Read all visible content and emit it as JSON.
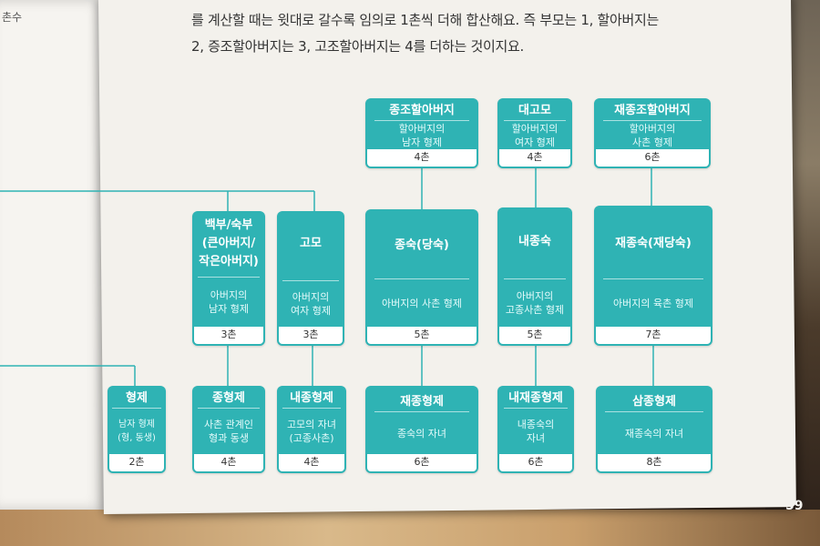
{
  "left_page": {
    "fragment": "촌수"
  },
  "intro": {
    "lines": [
      "를 계산할 때는 윗대로 갈수록 임의로 1촌씩 더해 합산해요. 즉 부모는 1, 할아버지는",
      "2, 증조할아버지는 3, 고조할아버지는 4를 더하는 것이지요."
    ]
  },
  "page_number": "59",
  "boxes": {
    "jeungjo": {
      "name": "종조할아버지",
      "desc": [
        "할아버지의",
        "남자 형제"
      ],
      "chon": "4촌"
    },
    "daego": {
      "name": "대고모",
      "desc": [
        "할아버지의",
        "여자 형제"
      ],
      "chon": "4촌"
    },
    "jaejong_jo": {
      "name": "재종조할아버지",
      "desc": [
        "할아버지의",
        "사촌 형제"
      ],
      "chon": "6촌"
    },
    "baekbu": {
      "name_lines": [
        "백부/숙부",
        "(큰아버지/",
        "작은아버지)"
      ],
      "desc": [
        "아버지의",
        "남자 형제"
      ],
      "chon": "3촌"
    },
    "gomo": {
      "name": "고모",
      "desc": [
        "아버지의",
        "여자 형제"
      ],
      "chon": "3촌"
    },
    "jongsuk": {
      "name": "종숙(당숙)",
      "desc": [
        "아버지의 사촌 형제"
      ],
      "chon": "5촌"
    },
    "naejongsuk": {
      "name": "내종숙",
      "desc": [
        "아버지의",
        "고종사촌 형제"
      ],
      "chon": "5촌"
    },
    "jaejongsuk": {
      "name": "재종숙(재당숙)",
      "desc": [
        "아버지의 육촌 형제"
      ],
      "chon": "7촌"
    },
    "hyeongje": {
      "name": "형제",
      "desc": [
        "남자 형제",
        "(형, 동생)"
      ],
      "chon": "2촌"
    },
    "jonghyeongje": {
      "name": "종형제",
      "desc": [
        "사촌 관계인",
        "형과 동생"
      ],
      "chon": "4촌"
    },
    "naejonghyeongje": {
      "name": "내종형제",
      "desc": [
        "고모의 자녀",
        "(고종사촌)"
      ],
      "chon": "4촌"
    },
    "jaejonghyeongje": {
      "name": "재종형제",
      "desc": [
        "종숙의 자녀"
      ],
      "chon": "6촌"
    },
    "naejaejonghyeongje": {
      "name": "내재종형제",
      "desc": [
        "내종숙의",
        "자녀"
      ],
      "chon": "6촌"
    },
    "samjonghyeongje": {
      "name": "삼종형제",
      "desc": [
        "재종숙의 자녀"
      ],
      "chon": "8촌"
    }
  },
  "colors": {
    "box": "#2fb3b4",
    "line": "#2fb3b4",
    "page": "#f3f1ec"
  }
}
